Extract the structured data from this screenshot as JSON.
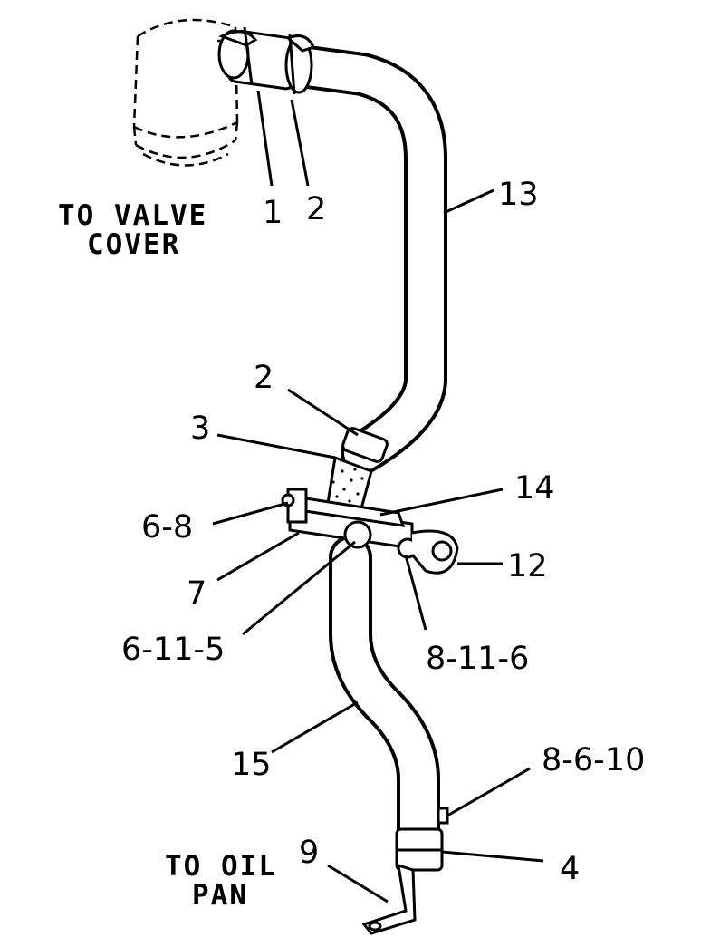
{
  "notes": {
    "valve_cover": [
      "TO VALVE",
      "COVER"
    ],
    "oil_pan": [
      "TO OIL",
      "PAN"
    ]
  },
  "callouts": {
    "c1": "1",
    "c2_top": "2",
    "c13": "13",
    "c2_mid": "2",
    "c3": "3",
    "c14": "14",
    "c6_8": "6-8",
    "c7": "7",
    "c12": "12",
    "c6_11_5": "6-11-5",
    "c8_11_6": "8-11-6",
    "c15": "15",
    "c8_6_10": "8-6-10",
    "c9": "9",
    "c4": "4"
  }
}
